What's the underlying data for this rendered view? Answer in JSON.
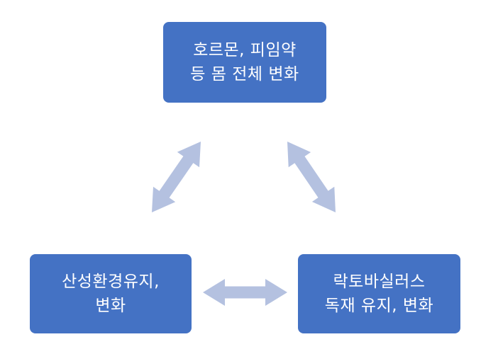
{
  "nodes": {
    "top": {
      "line1": "호르몬, 피임약",
      "line2": "등 몸 전체 변화"
    },
    "left": {
      "line1": "산성환경유지,",
      "line2": "변화"
    },
    "right": {
      "line1": "락토바실러스",
      "line2": "독재 유지, 변화"
    }
  },
  "colors": {
    "node_fill": "#4472c4",
    "node_text": "#ffffff",
    "arrow_fill": "#b4c1e0"
  },
  "connections": [
    {
      "from": "top",
      "to": "left",
      "type": "bidirectional"
    },
    {
      "from": "top",
      "to": "right",
      "type": "bidirectional"
    },
    {
      "from": "left",
      "to": "right",
      "type": "bidirectional"
    }
  ]
}
